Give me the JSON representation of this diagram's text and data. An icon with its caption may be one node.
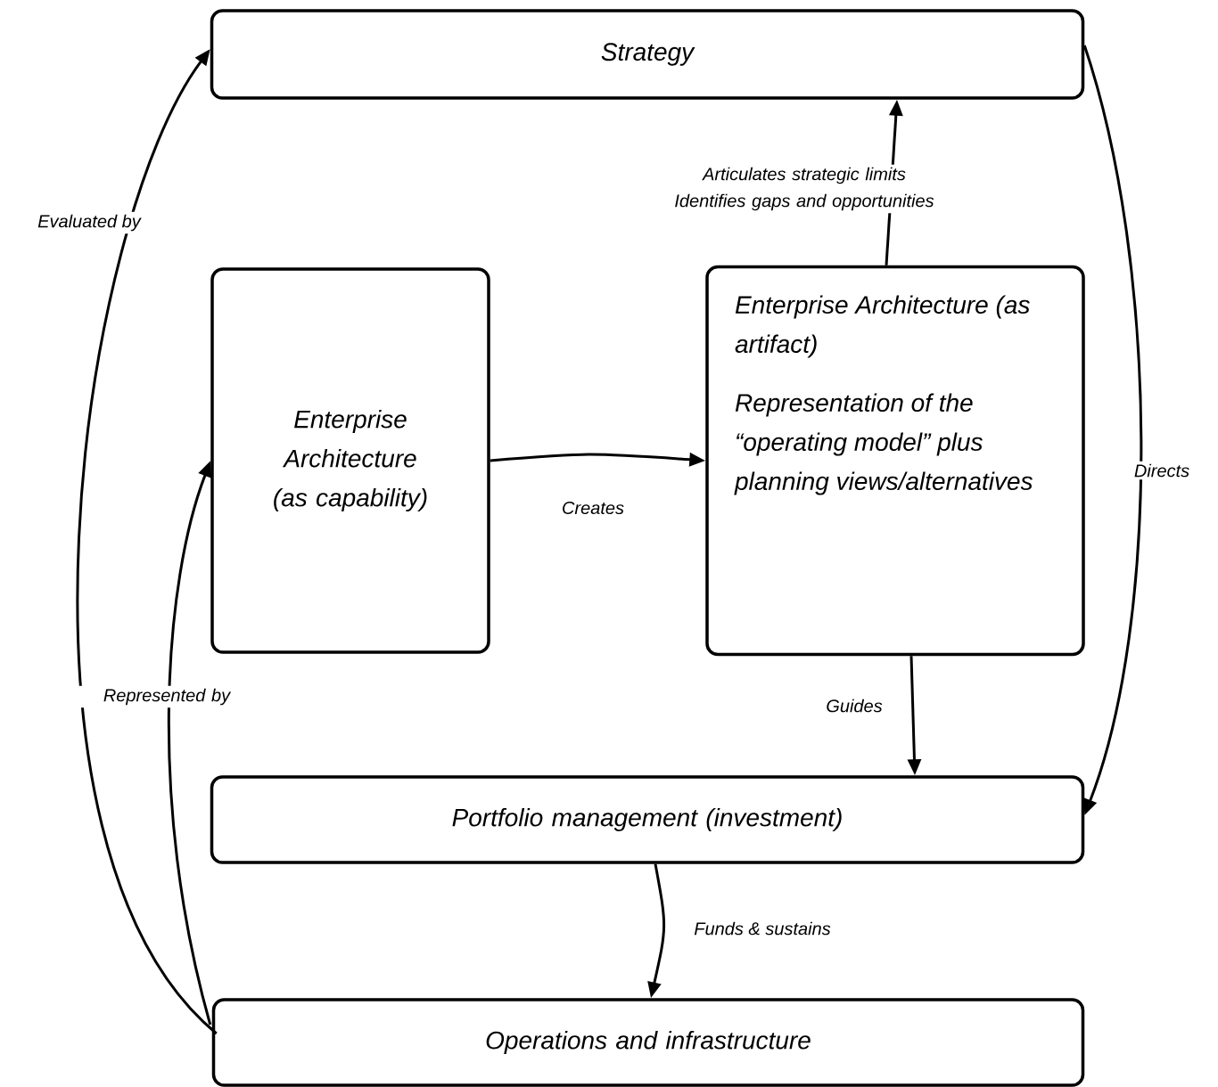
{
  "diagram": {
    "nodes": [
      {
        "text": [
          "Strategy"
        ]
      },
      {
        "text": [
          "Enterprise Architecture (as capability)"
        ]
      },
      {
        "text": [
          "Enterprise Architecture (as artifact)",
          "Representation of the “operating model” plus planning views/alternatives"
        ]
      },
      {
        "text": [
          "Portfolio management (investment)"
        ]
      },
      {
        "text": [
          "Operations and infrastructure"
        ]
      }
    ],
    "edges": [
      {
        "from": 1,
        "to": 2,
        "arrow": "to",
        "label": "Creates"
      },
      {
        "from": 2,
        "to": 0,
        "arrow": "to",
        "label": "Articulates strategic limits Identifies gaps and opportunities"
      },
      {
        "from": 2,
        "to": 3,
        "arrow": "to",
        "label": "Guides"
      },
      {
        "from": 0,
        "to": 3,
        "arrow": "to",
        "label": "Directs"
      },
      {
        "from": 3,
        "to": 4,
        "arrow": "to",
        "label": "Funds & sustains"
      },
      {
        "from": 4,
        "to": 0,
        "arrow": "to",
        "label": "Evaluated by"
      },
      {
        "from": 4,
        "to": 1,
        "arrow": "to",
        "label": "Represented by"
      }
    ]
  }
}
